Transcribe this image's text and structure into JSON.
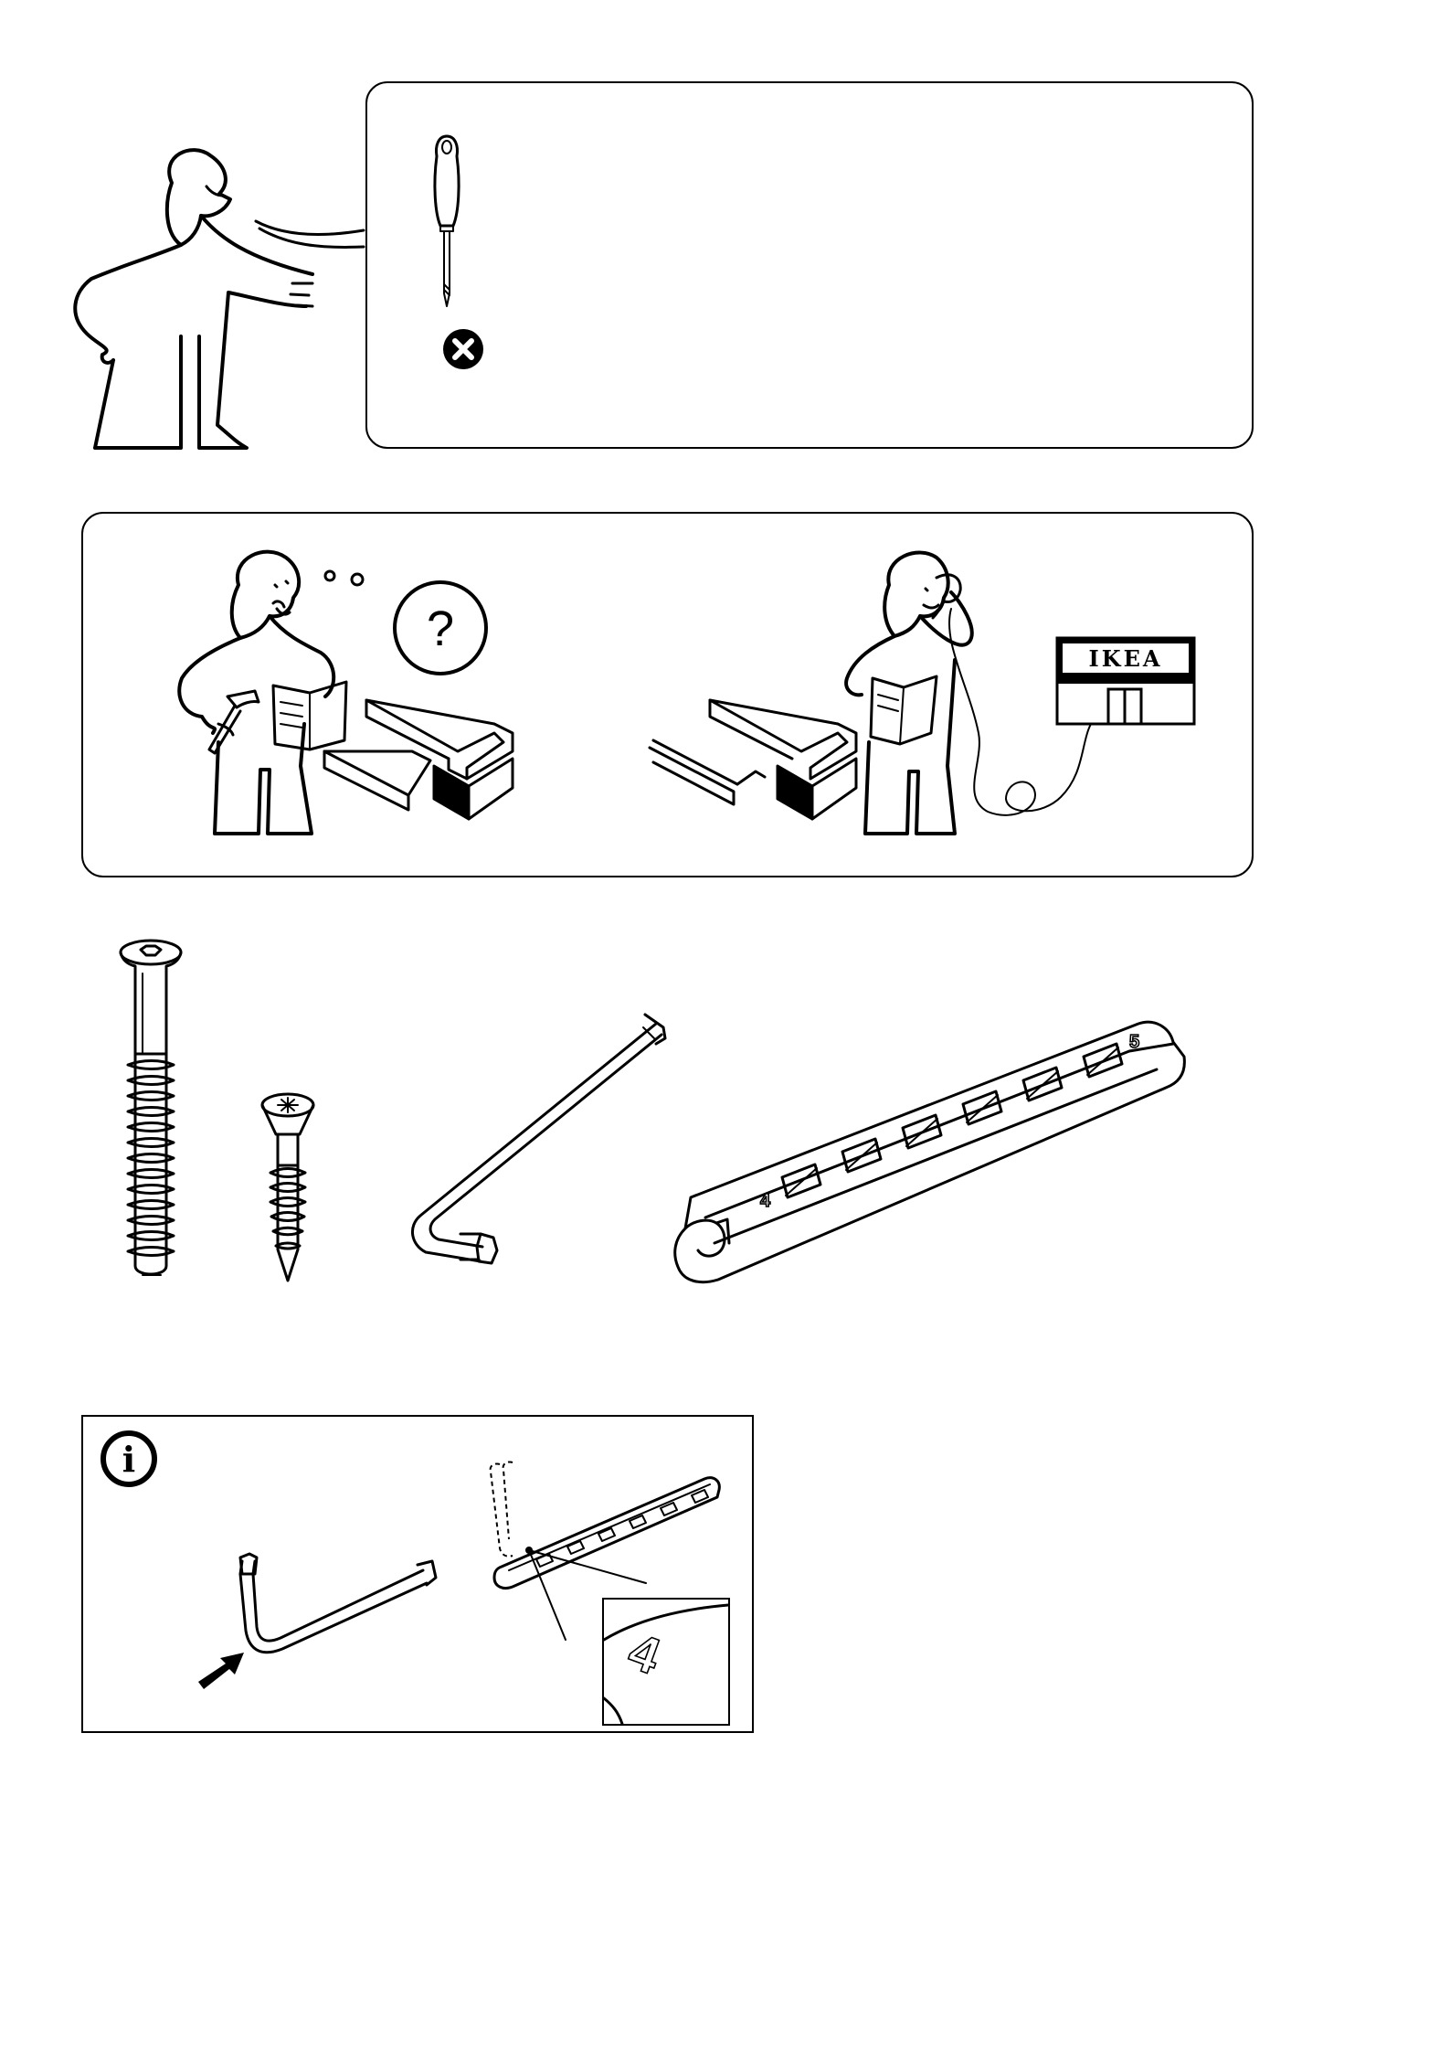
{
  "page": {
    "background": "#ffffff",
    "ink": "#000000"
  },
  "section_1": {
    "icons": [
      "assembler-figure",
      "speech-bubble",
      "screwdriver-icon",
      "not-allowed-icon"
    ]
  },
  "section_2": {
    "icons": [
      "confused-figure",
      "question-mark-bubble",
      "hammer-icon",
      "instruction-booklet",
      "furniture-parts",
      "phone-figure",
      "telephone-cord",
      "store-sign"
    ],
    "question_mark": "?",
    "store_sign_text": "IKEA"
  },
  "section_3": {
    "parts": [
      "hex-socket-bolt",
      "phillips-wood-screw",
      "allen-key",
      "key-holder-strip"
    ],
    "strip_numbers": [
      "4",
      "5"
    ]
  },
  "section_4": {
    "info_symbol": "i",
    "zoom_number": "4"
  }
}
